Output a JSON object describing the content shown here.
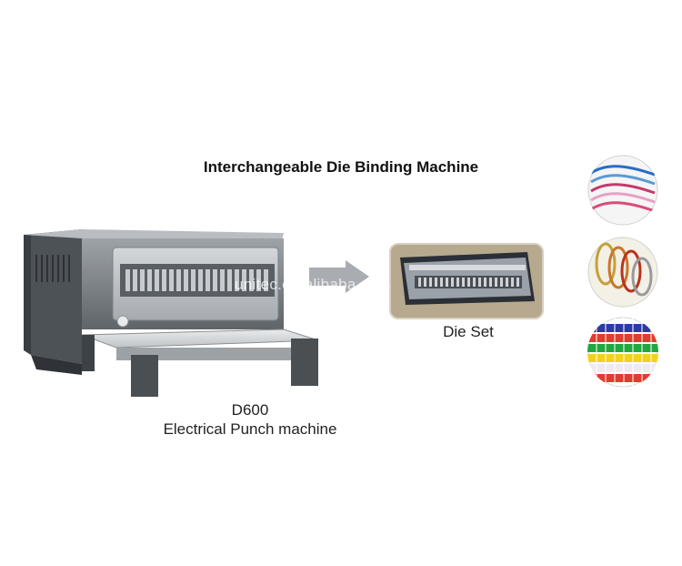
{
  "title": "Interchangeable Die Binding Machine",
  "machine": {
    "model": "D600",
    "description": "Electrical Punch machine"
  },
  "die_set": {
    "label": "Die Set"
  },
  "watermark": "unitec.en.alibaba.com",
  "spines": [
    {
      "name": "double-loop-wire-spines",
      "colors": [
        "#2a6cc7",
        "#c23b6e",
        "#e8a0c6",
        "#d94b7a",
        "#5a9ad4"
      ]
    },
    {
      "name": "metal-coil-spines",
      "colors": [
        "#c2a23a",
        "#b8341e",
        "#c9762a",
        "#9a9a9a"
      ]
    },
    {
      "name": "plastic-comb-spines",
      "colors": [
        "#e33b2f",
        "#2b3aa8",
        "#22a640",
        "#f3d21f",
        "#ffffff"
      ]
    }
  ]
}
